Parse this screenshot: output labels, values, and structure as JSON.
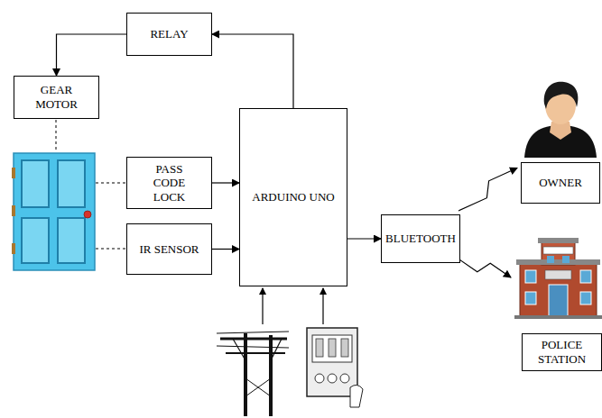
{
  "diagram": {
    "nodes": [
      {
        "text": [
          "RELAY"
        ]
      },
      {
        "text": [
          "GEAR MOTOR"
        ]
      },
      {
        "text": [
          "PASS CODE LOCK"
        ]
      },
      {
        "text": [
          "IR SENSOR"
        ]
      },
      {
        "text": [
          "ARDUINO UNO"
        ]
      },
      {
        "text": [
          "BLUETOOTH"
        ]
      },
      {
        "text": [
          "OWNER"
        ]
      },
      {
        "text": [
          "POLICE STATION"
        ]
      }
    ],
    "edges": [
      {
        "from": 4,
        "to": 0,
        "arrow": "to"
      },
      {
        "from": 0,
        "to": 1,
        "arrow": "to"
      },
      {
        "from": 2,
        "to": 4,
        "arrow": "to"
      },
      {
        "from": 3,
        "to": 4,
        "arrow": "to"
      },
      {
        "from": 4,
        "to": 5,
        "arrow": "to"
      },
      {
        "from": 5,
        "to": 6,
        "arrow": "to"
      },
      {
        "from": 5,
        "to": 7,
        "arrow": "to"
      }
    ]
  }
}
